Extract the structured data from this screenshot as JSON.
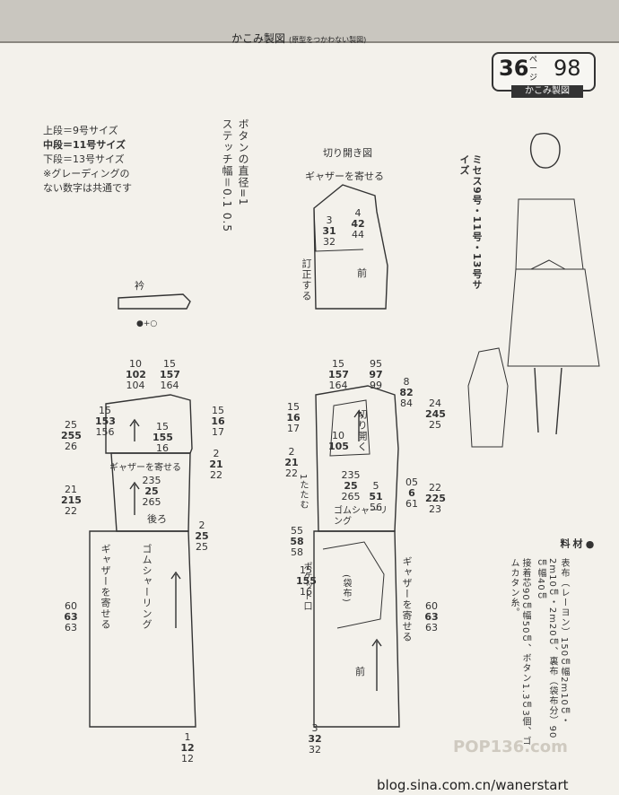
{
  "header": {
    "title": "かこみ製図",
    "subtitle": "(原型をつかわない製図)"
  },
  "badge": {
    "page_number": "36",
    "page_label": "ページ",
    "pattern_number": "98",
    "caption": "かこみ製図"
  },
  "legend": {
    "line1": "上段＝9号サイズ",
    "line2": "中段＝11号サイズ",
    "line3": "下段＝13号サイズ",
    "line4": "※グレーディングの",
    "line5": "ない数字は共通です"
  },
  "notes": {
    "button": "ボタンの直径=1",
    "stitch": "ステッチ幅＝0.1 0.5",
    "sizes": "ミセス9号・11号・13号サイズ"
  },
  "materials": {
    "heading": "●材料",
    "text1": "表布（レーヨン）150㎝幅2m10㎝・2m10㎝・2m20㎝、裏布（袋布分）90㎝幅40㎝",
    "text2": "接着芯90㎝幅50㎝、ボタン1.3㎝3個、ゴムカタン糸。"
  },
  "detail": {
    "title": "切り開き図",
    "gather": "ギャザーを寄せる",
    "mark": "訂正する",
    "front": "前"
  },
  "back": {
    "collar": "衿",
    "gather_yoke": "ギャザーを寄せる",
    "back_label": "後ろ",
    "shirring": "ゴムシャーリング",
    "skirt_gather": "ギャザーを寄せる",
    "symbols": "●+○"
  },
  "front": {
    "slit": "切り開く",
    "tuck": "1たたむ",
    "shirring": "ゴムシャーリング",
    "pocket": "ポケット口",
    "pocket_bag": "(袋布)",
    "skirt_gather": "ギャザーを寄せる",
    "front_label": "前"
  },
  "numbers": {
    "n_10_102_104": "10\n102\n104",
    "n_15_157_164a": "15\n157\n164",
    "n_15_157_164b": "15\n157\n164",
    "n_95_97_99": "95\n97\n99",
    "n_15_153_156": "15\n153\n156",
    "n_15_155_16a": "15\n155\n16",
    "n_15_16_17a": "15\n16\n17",
    "n_25_255_26": "25\n255\n26",
    "n_2_21_22a": "2\n21\n22",
    "n_235_25_265a": "235\n25\n265",
    "n_21_215_22": "21\n215\n22",
    "n_2_25_25a": "2\n25\n25",
    "n_60_63_63a": "60\n63\n63",
    "n_12_12": "1\n12\n12",
    "n_15_16_17b": "15\n16\n17",
    "n_2_21_22b": "2\n21\n22",
    "n_10_105": "10\n105",
    "n_235_25_265b": "235\n25\n265",
    "n_5_51": "5\n51\n56",
    "n_8_82_84": "8\n82\n84",
    "n_24_245_25": "24\n245\n25",
    "n_05_6_61": "05\n6\n61",
    "n_22_225_23": "22\n225\n23",
    "n_55_58_58": "55\n58\n58",
    "n_15_155_16b": "15\n155\n16",
    "n_60_63_63b": "60\n63\n63",
    "n_3_32_32": "3\n32\n32",
    "n_3_31_32": "3\n31\n32",
    "n_4_42_44": "4\n42\n44"
  },
  "watermark": "blog.sina.com.cn/wanerstart",
  "pop_watermark": "POP136.com"
}
